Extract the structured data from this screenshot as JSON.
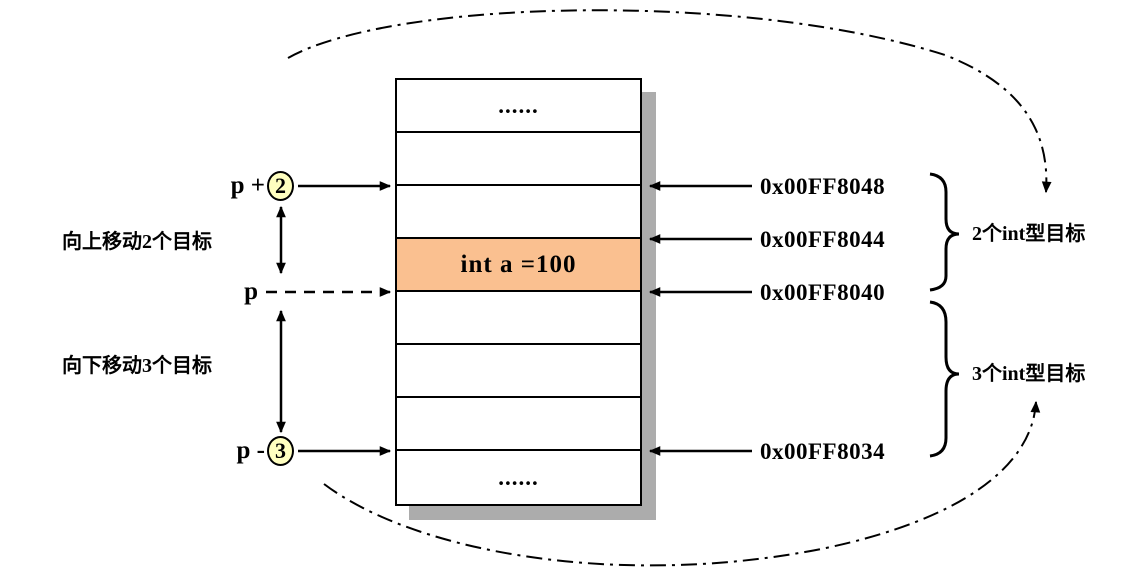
{
  "diagram": {
    "memory": {
      "rows": [
        {
          "label": "......"
        },
        {
          "label": ""
        },
        {
          "label": ""
        },
        {
          "label": "int a =100"
        },
        {
          "label": ""
        },
        {
          "label": ""
        },
        {
          "label": ""
        },
        {
          "label": "......"
        }
      ]
    },
    "pointers": {
      "p_plus_prefix": "p +",
      "p_plus_offset": "2",
      "p_label": "p",
      "p_minus_prefix": "p -",
      "p_minus_offset": "3"
    },
    "left_labels": {
      "move_up": "向上移动2个目标",
      "move_down": "向下移动3个目标"
    },
    "addresses": [
      "0x00FF8048",
      "0x00FF8044",
      "0x00FF8040",
      "0x00FF8034"
    ],
    "right_labels": {
      "two_int": "2个int型目标",
      "three_int": "3个int型目标"
    },
    "colors": {
      "highlight": "#FAC090",
      "circle_fill": "#FFFFC0",
      "shadow": "#ACACAC"
    }
  }
}
